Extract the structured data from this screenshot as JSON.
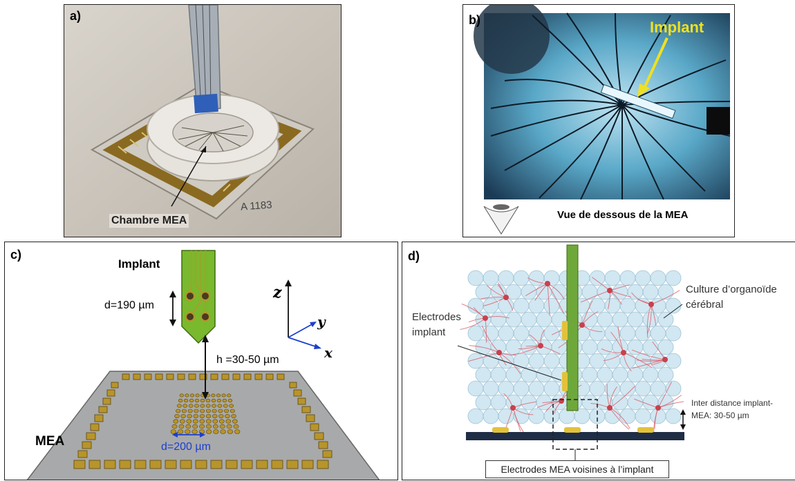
{
  "panel_a": {
    "label": "a)",
    "caption": "Chambre MEA",
    "engraving": "A 1183"
  },
  "panel_b": {
    "label": "b)",
    "implant": "Implant",
    "caption": "Vue de dessous de la MEA"
  },
  "panel_c": {
    "label": "c)",
    "implant": "Implant",
    "d_implant": "d=190 µm",
    "h": "h =30-50 µm",
    "mea": "MEA",
    "d_mea": "d=200 µm",
    "axis_z": "z",
    "axis_y": "y",
    "axis_x": "x"
  },
  "panel_d": {
    "label": "d)",
    "culture_line1": "Culture d’organoïde",
    "culture_line2": "cérébral",
    "electrodes_line1": "Electrodes",
    "electrodes_line2": "implant",
    "inter_line1": "Inter distance implant-",
    "inter_line2": "MEA: 30-50 µm",
    "mea_box": "Electrodes MEA voisines à l’implant"
  },
  "colors": {
    "implant_green": "#7ab82e",
    "gold": "#b8952a",
    "arrow_blue": "#1a3fcf",
    "yellow": "#f0e020"
  }
}
